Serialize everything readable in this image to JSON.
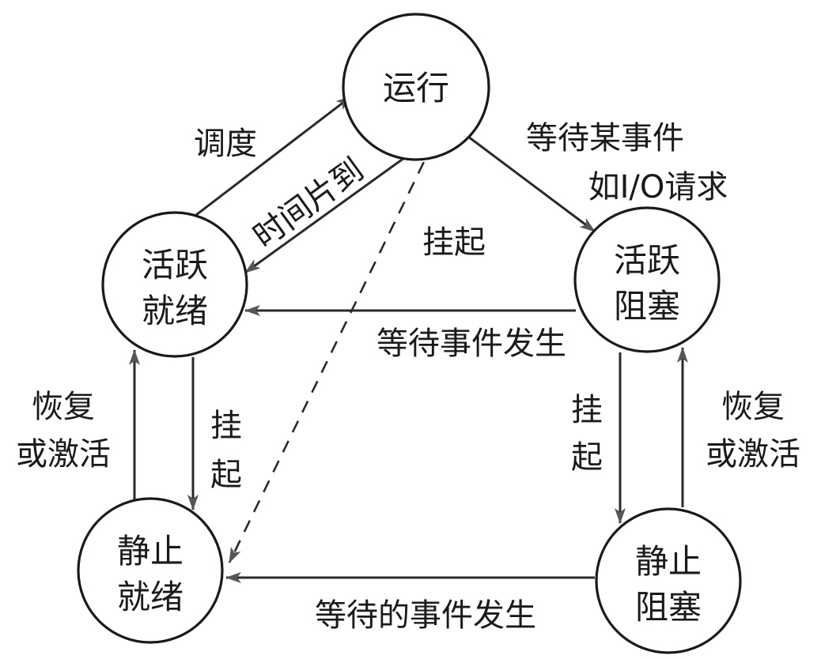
{
  "diagram": {
    "type": "state-transition",
    "colors": {
      "line": "#2a2a2a",
      "arrowhead": "#555555",
      "text": "#1a1a1a",
      "background": "#ffffff"
    },
    "nodes": [
      {
        "id": "running",
        "lines": [
          "运行"
        ]
      },
      {
        "id": "active-ready",
        "lines": [
          "活跃",
          "就绪"
        ]
      },
      {
        "id": "active-blocked",
        "lines": [
          "活跃",
          "阻塞"
        ]
      },
      {
        "id": "static-ready",
        "lines": [
          "静止",
          "就绪"
        ]
      },
      {
        "id": "static-blocked",
        "lines": [
          "静止",
          "阻塞"
        ]
      }
    ],
    "edges": [
      {
        "from": "active-ready",
        "to": "running",
        "label": "调度",
        "style": "solid"
      },
      {
        "from": "running",
        "to": "active-ready",
        "label": "时间片到",
        "style": "solid"
      },
      {
        "from": "running",
        "to": "active-blocked",
        "label_lines": [
          "等待某事件",
          "如I/O请求"
        ],
        "style": "solid"
      },
      {
        "from": "running",
        "to": "static-ready",
        "label": "挂起",
        "style": "dashed"
      },
      {
        "from": "active-blocked",
        "to": "active-ready",
        "label": "等待事件发生",
        "style": "solid"
      },
      {
        "from": "active-ready",
        "to": "static-ready",
        "label_lines": [
          "挂",
          "起"
        ],
        "style": "solid"
      },
      {
        "from": "static-ready",
        "to": "active-ready",
        "label_lines": [
          "恢复",
          "或激活"
        ],
        "style": "solid"
      },
      {
        "from": "active-blocked",
        "to": "static-blocked",
        "label_lines": [
          "挂",
          "起"
        ],
        "style": "solid"
      },
      {
        "from": "static-blocked",
        "to": "active-blocked",
        "label_lines": [
          "恢复",
          "或激活"
        ],
        "style": "solid"
      },
      {
        "from": "static-blocked",
        "to": "static-ready",
        "label": "等待的事件发生",
        "style": "solid"
      }
    ]
  }
}
